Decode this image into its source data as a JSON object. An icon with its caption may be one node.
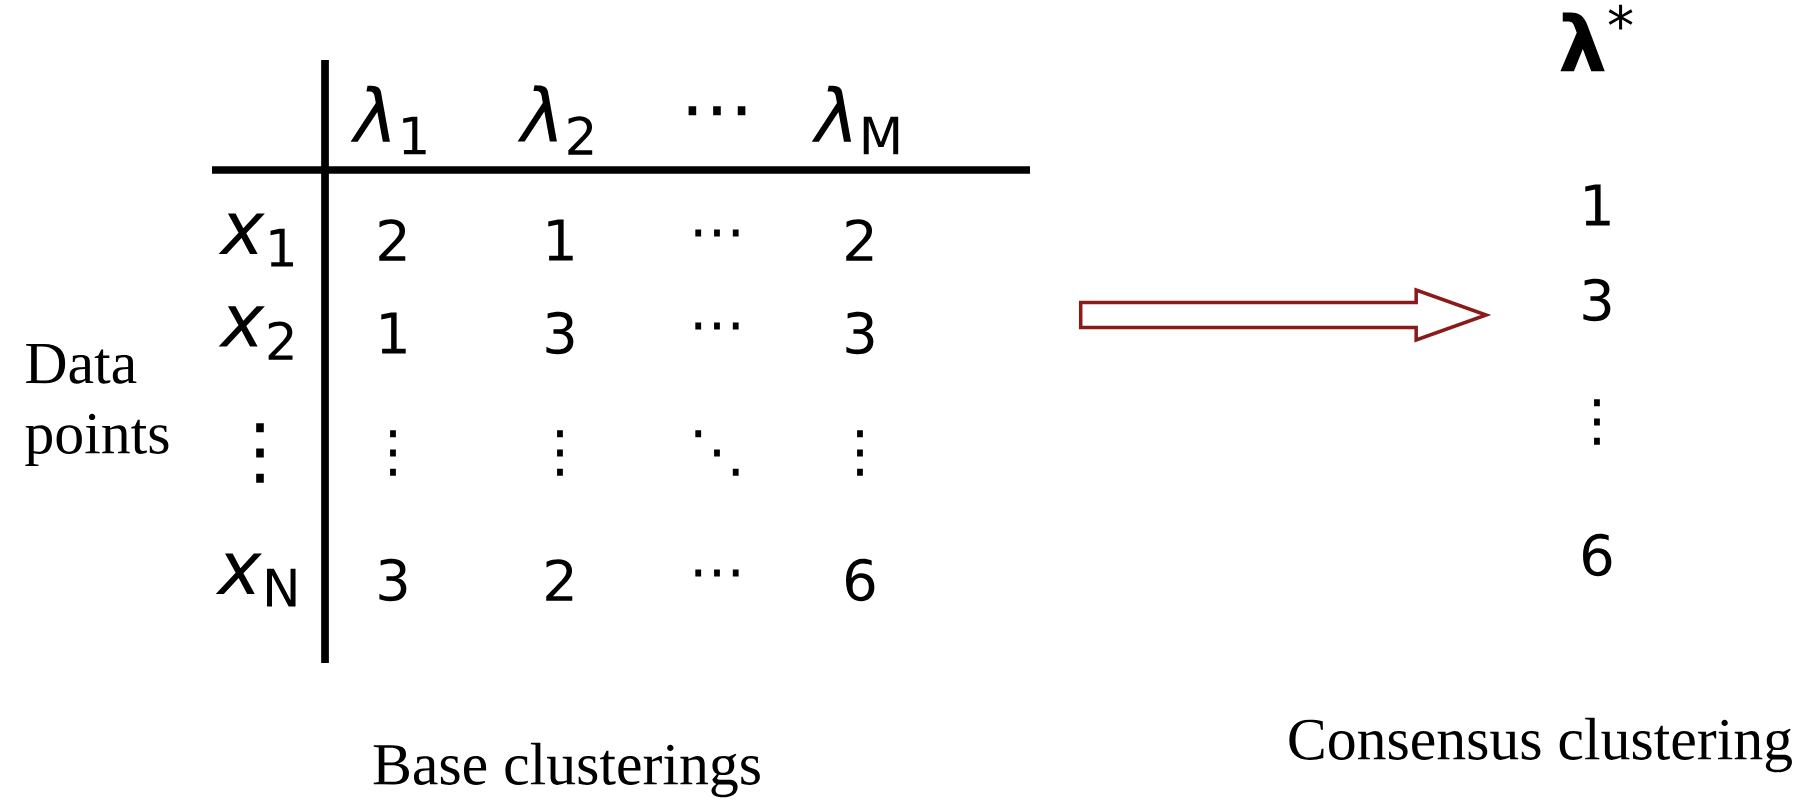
{
  "diagram": {
    "nodes": [
      {
        "text": [
          "*λ*$_{1}$",
          "*λ*$_{2}$",
          "⋯",
          "*λ*$_{M}$",
          "*x*$_{1}$",
          "2",
          "1",
          "⋯",
          "2",
          "*x*$_{2}$",
          "1",
          "3",
          "⋯",
          "3",
          "⋮",
          "⋮",
          "⋮",
          "⋱",
          "⋮",
          "*x*$_{N}$",
          "3",
          "2",
          "⋯",
          "6"
        ],
        "beside": [
          "Data points",
          "Base clusterings"
        ]
      },
      {
        "text": [
          "**λ**$^{*}$",
          "1",
          "3",
          "⋮",
          "6"
        ],
        "beside": [
          "Consensus clustering"
        ]
      }
    ],
    "edges": [
      {
        "from": 0,
        "to": 1,
        "arrow": "to",
        "color": "#8b1a1a"
      }
    ]
  }
}
